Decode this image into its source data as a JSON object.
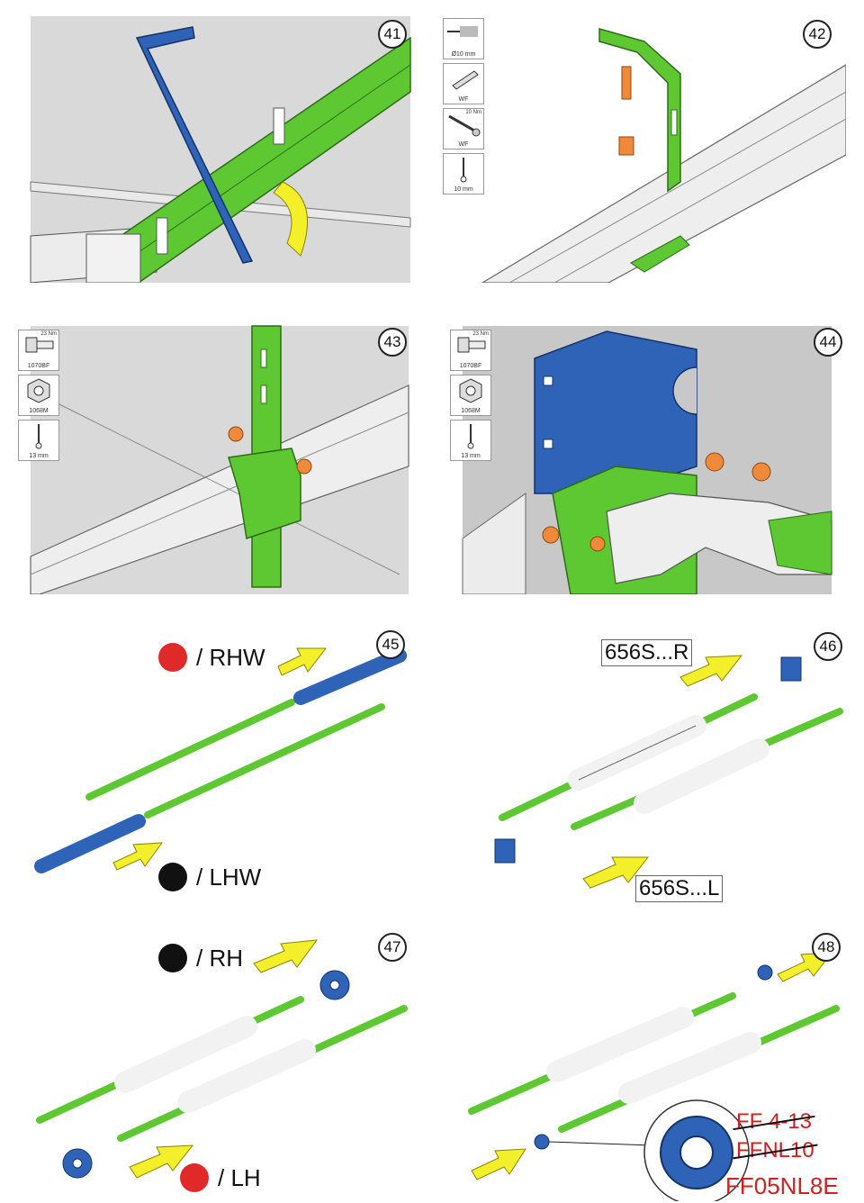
{
  "colors": {
    "green": "#5ec832",
    "blue": "#2f63b8",
    "orange": "#f08a3a",
    "yellow": "#f3ef2a",
    "red": "#e02a2a",
    "black": "#111111",
    "grey_bg": "#d9d9d9",
    "rail": "#eeeeee"
  },
  "steps": [
    {
      "number": "41"
    },
    {
      "number": "42",
      "tools": [
        {
          "icon": "drill-icon",
          "label": "Ø10 mm",
          "torque": ""
        },
        {
          "icon": "wall-plug-icon",
          "label": "WF",
          "torque": ""
        },
        {
          "icon": "screw-icon",
          "label": "WF",
          "torque": "10 Nm"
        },
        {
          "icon": "socket-wrench-icon",
          "label": "10 mm",
          "torque": ""
        }
      ]
    },
    {
      "number": "43",
      "tools": [
        {
          "icon": "bolt-icon",
          "label": "1070BF",
          "torque": "23 Nm"
        },
        {
          "icon": "nut-icon",
          "label": "1068M",
          "torque": ""
        },
        {
          "icon": "socket-wrench-icon",
          "label": "13 mm",
          "torque": ""
        }
      ]
    },
    {
      "number": "44",
      "tools": [
        {
          "icon": "bolt-icon",
          "label": "1070BF",
          "torque": "23 Nm"
        },
        {
          "icon": "nut-icon",
          "label": "1068M",
          "torque": ""
        },
        {
          "icon": "socket-wrench-icon",
          "label": "13 mm",
          "torque": ""
        }
      ]
    },
    {
      "number": "45",
      "legend_top": "/ RHW",
      "legend_bottom": "/ LHW"
    },
    {
      "number": "46",
      "code_top": "656S...R",
      "code_bottom": "656S...L"
    },
    {
      "number": "47",
      "legend_top": "/ RH",
      "legend_bottom": "/ LH"
    },
    {
      "number": "48",
      "struck_codes": [
        "FF 4-13",
        "FFNL10"
      ],
      "final_code": "FF05NL8E"
    }
  ]
}
